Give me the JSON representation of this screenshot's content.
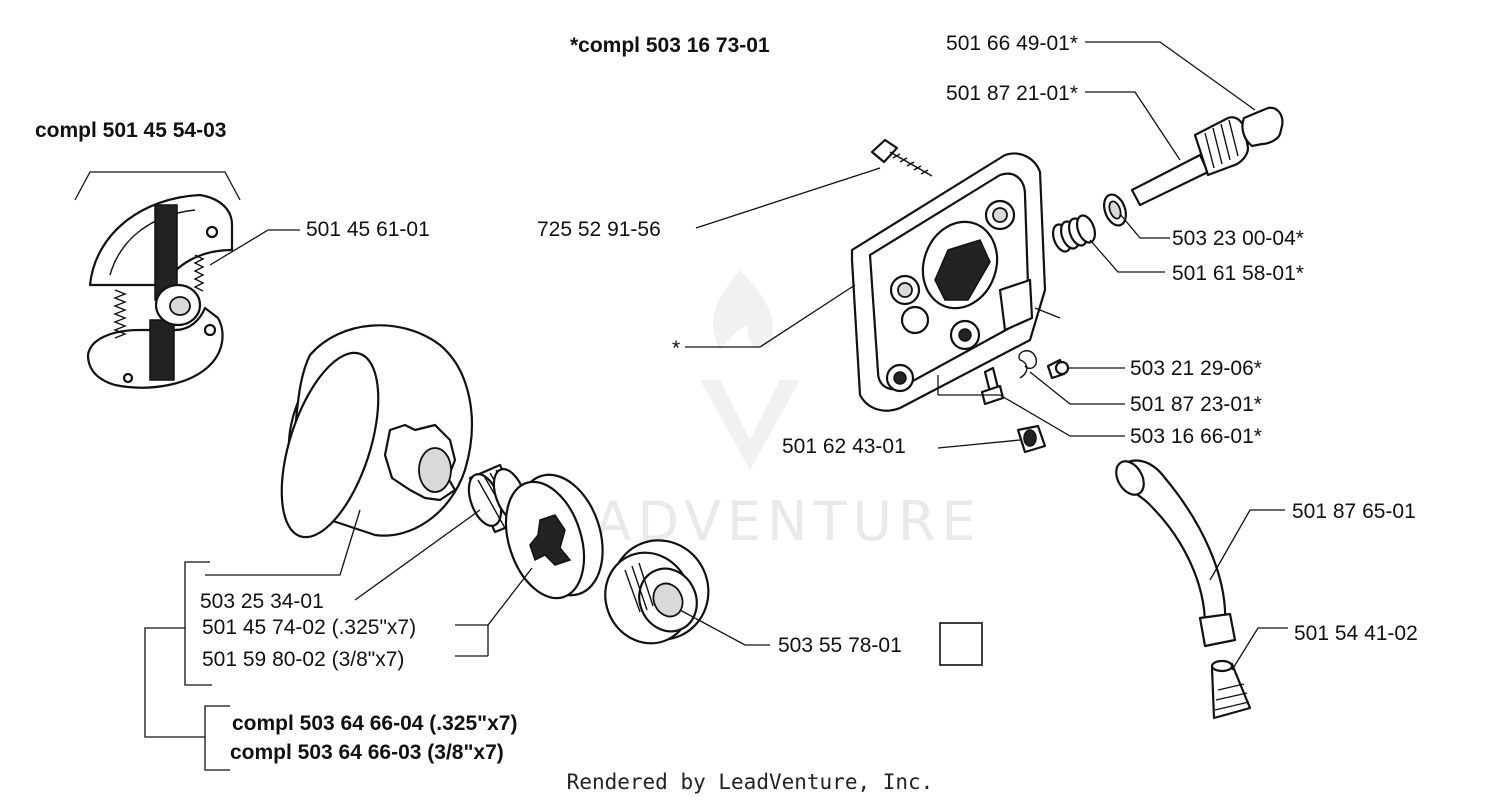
{
  "watermark": "LEADVENTURE",
  "footer": "Rendered by LeadVenture, Inc.",
  "assemblies": {
    "top_compl": "*compl 503 16 73-01",
    "clutch_compl": "compl 501 45 54-03",
    "drum_compl_325": "compl 503 64 66-04 (.325\"x7)",
    "drum_compl_38": "compl 503 64 66-03 (3/8\"x7)",
    "marker": "*"
  },
  "parts": {
    "p_501_66_49_01": "501 66 49-01*",
    "p_501_87_21_01": "501 87 21-01*",
    "p_725_52_91_56": "725 52 91-56",
    "p_503_23_00_04": "503 23 00-04*",
    "p_501_61_58_01": "501 61 58-01*",
    "p_501_45_61_01": "501 45 61-01",
    "p_503_21_29_06": "503 21 29-06*",
    "p_501_87_23_01": "501 87 23-01*",
    "p_503_16_66_01": "503 16 66-01*",
    "p_501_62_43_01": "501 62 43-01",
    "p_501_87_65_01": "501 87 65-01",
    "p_503_25_34_01": "503 25 34-01",
    "p_501_45_74_02": "501 45 74-02 (.325\"x7)",
    "p_501_59_80_02": "501 59 80-02 (3/8\"x7)",
    "p_503_55_78_01": "503 55 78-01",
    "p_501_54_41_02": "501 54 41-02"
  }
}
